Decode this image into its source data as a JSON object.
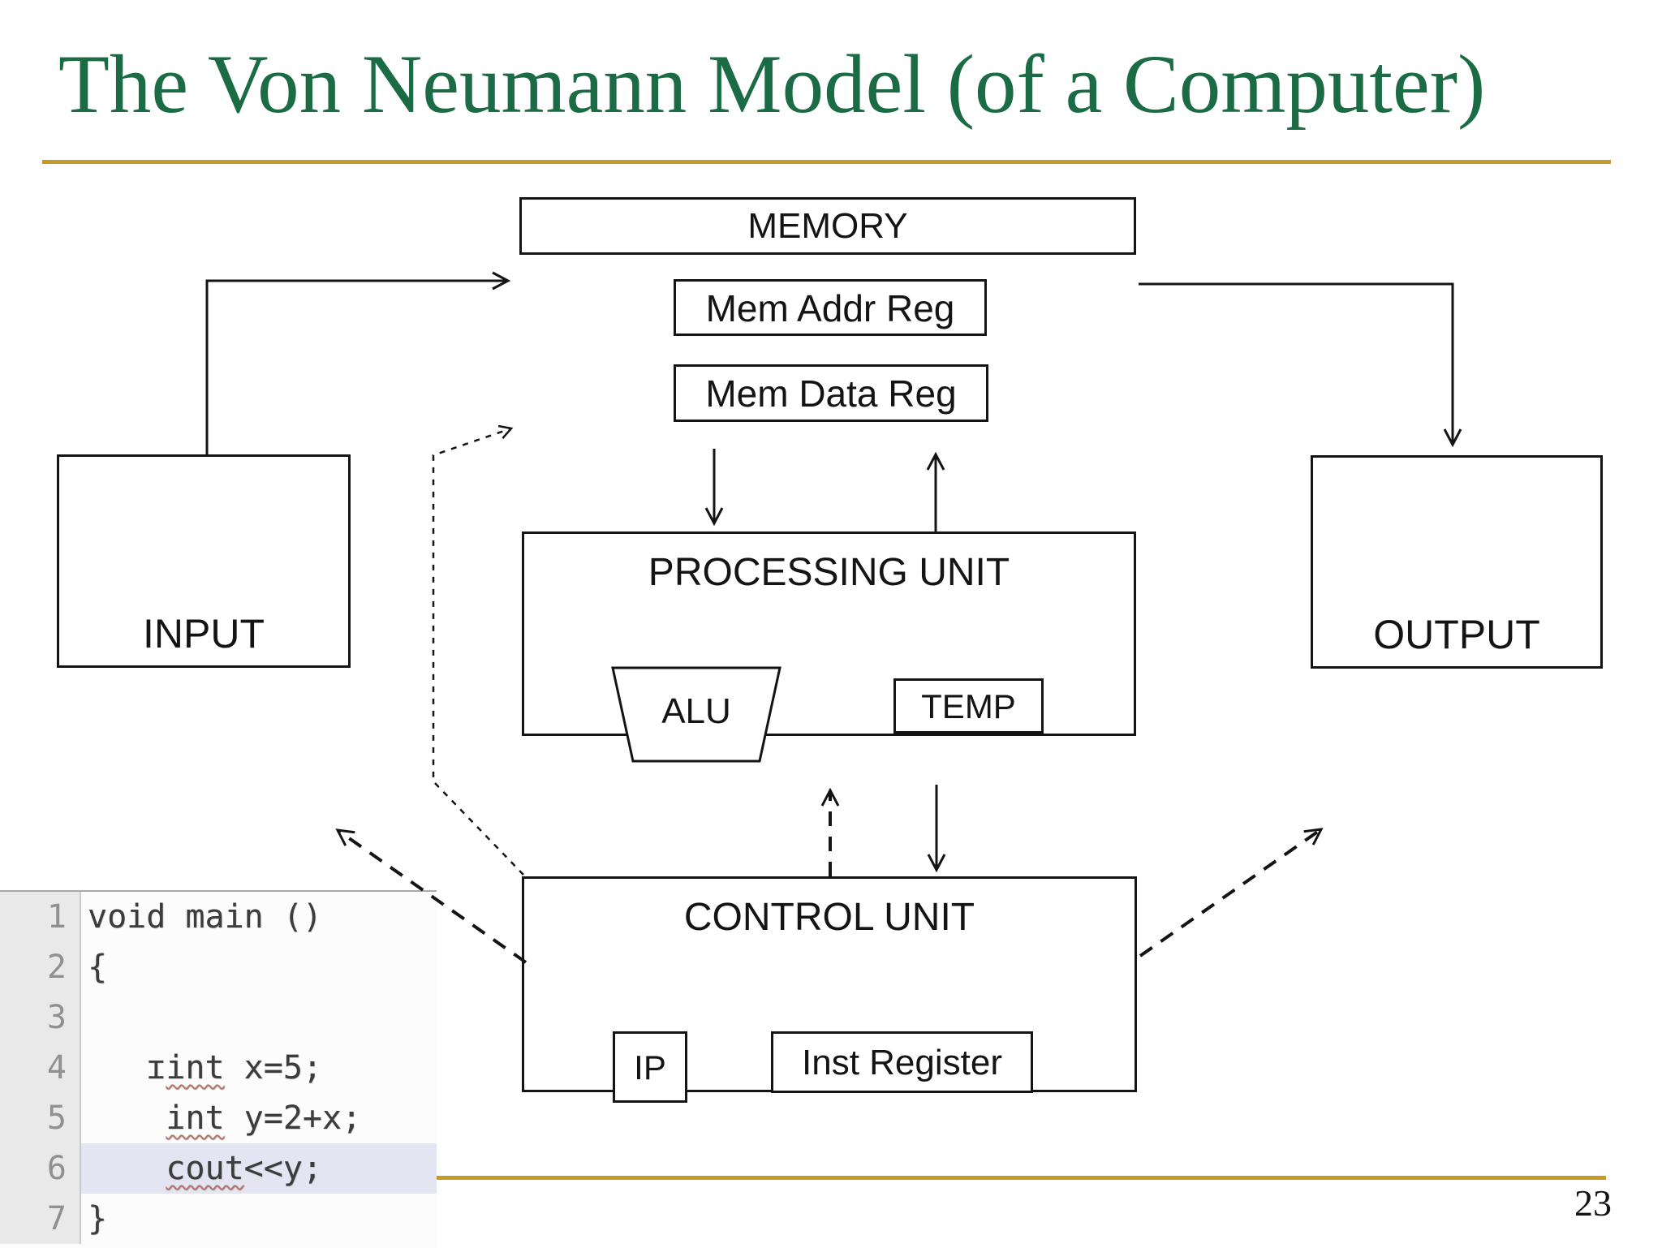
{
  "slide": {
    "title": "The Von Neumann Model (of a Computer)",
    "page_number": "23",
    "title_color": "#1B6B45",
    "accent_color": "#C69A26",
    "line_color": "#141414"
  },
  "diagram": {
    "memory": {
      "label": "MEMORY"
    },
    "mem_addr_reg": {
      "label": "Mem Addr Reg"
    },
    "mem_data_reg": {
      "label": "Mem Data Reg"
    },
    "input": {
      "label": "INPUT"
    },
    "output": {
      "label": "OUTPUT"
    },
    "processing_unit": {
      "label": "PROCESSING UNIT"
    },
    "alu": {
      "label": "ALU"
    },
    "temp": {
      "label": "TEMP"
    },
    "control_unit": {
      "label": "CONTROL UNIT"
    },
    "ip": {
      "label": "IP"
    },
    "inst_register": {
      "label": "Inst Register"
    }
  },
  "code_panel": {
    "highlight_color": "#e4e4f2",
    "squiggle_color": "#b4756a",
    "gutter_color": "#e9e9e9",
    "lines": [
      {
        "num": "1",
        "s1": "void main ()",
        "s2": "",
        "s3": ""
      },
      {
        "num": "2",
        "s1": "{",
        "s2": "",
        "s3": ""
      },
      {
        "num": "3",
        "s1": "",
        "s2": "",
        "s3": ""
      },
      {
        "num": "4",
        "s1": "   ɪ",
        "s2": "int",
        "s3": " x=5;"
      },
      {
        "num": "5",
        "s1": "    ",
        "s2": "int",
        "s3": " y=2+x;"
      },
      {
        "num": "6",
        "s1": "    ",
        "s2": "cout",
        "s3": "<<y;"
      },
      {
        "num": "7",
        "s1": "}",
        "s2": "",
        "s3": ""
      }
    ]
  }
}
